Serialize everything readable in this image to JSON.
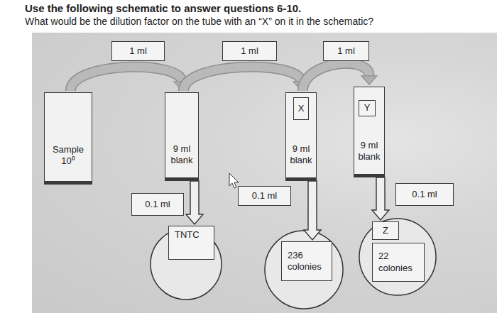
{
  "diagram": {
    "title": "Use the following schematic to answer questions 6-10.",
    "nodes": [
      {
        "text": [
          "1 ml"
        ]
      },
      {
        "text": [
          "1 ml"
        ]
      },
      {
        "text": [
          "1 ml"
        ]
      },
      {
        "text": [
          "Sample 10⁰"
        ]
      },
      {
        "text": [
          "9 ml blank"
        ]
      },
      {
        "text": [
          "9 ml blank"
        ]
      },
      {
        "text": [
          "X"
        ],
        "in": 5
      },
      {
        "text": [
          "9 ml blank"
        ]
      },
      {
        "text": [
          "Y"
        ],
        "in": 7
      },
      {
        "text": [
          "0.1 ml"
        ]
      },
      {
        "text": [
          "TNTC"
        ]
      },
      {
        "text": [
          "0.1 ml"
        ]
      },
      {
        "text": [
          "236 colonies"
        ]
      },
      {
        "text": [
          "0.1 ml"
        ]
      },
      {
        "text": [
          "Z"
        ]
      },
      {
        "text": [
          "22 colonies"
        ]
      }
    ],
    "edges": [
      {
        "from": 3,
        "to": 4,
        "arrow": "to"
      },
      {
        "from": 4,
        "to": 5,
        "arrow": "to"
      },
      {
        "from": 5,
        "to": 7,
        "arrow": "to"
      },
      {
        "from": 4,
        "to": 10,
        "arrow": "to"
      },
      {
        "from": 5,
        "to": 12,
        "arrow": "to"
      },
      {
        "from": 7,
        "to": 14,
        "arrow": "to"
      }
    ],
    "labels": [
      "What would be the dilution factor on the tube with an “X” on it in the schematic?"
    ]
  }
}
